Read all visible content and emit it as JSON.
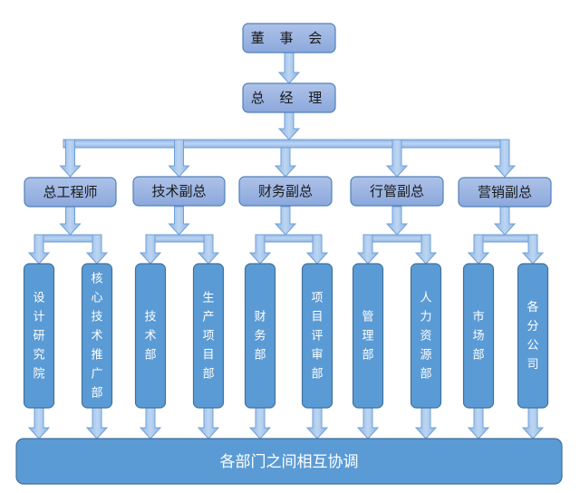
{
  "diagram": {
    "type": "org-chart",
    "colors": {
      "top_box_fill_top": "#a9bde6",
      "top_box_fill_bottom": "#8eaadb",
      "top_box_border": "#4f81bd",
      "dept_box_fill": "#5b9bd5",
      "dept_box_border": "#41719c",
      "arrow_fill": "#a5c4ea",
      "arrow_border": "#6f9fd8",
      "top_text": "#1a1a1a",
      "dept_text": "#ffffff"
    },
    "board": {
      "label": "董 事 会"
    },
    "general_manager": {
      "label": "总 经 理"
    },
    "executives": [
      {
        "label": "总工程师",
        "departments": [
          {
            "label": "设计研究院"
          },
          {
            "label": "核心技术推广部"
          }
        ]
      },
      {
        "label": "技术副总",
        "departments": [
          {
            "label": "技术部"
          },
          {
            "label": "生产项目部"
          }
        ]
      },
      {
        "label": "财务副总",
        "departments": [
          {
            "label": "财务部"
          },
          {
            "label": "项目评审部"
          }
        ]
      },
      {
        "label": "行管副总",
        "departments": [
          {
            "label": "管理部"
          },
          {
            "label": "人力资源部"
          }
        ]
      },
      {
        "label": "营销副总",
        "departments": [
          {
            "label": "市场部"
          },
          {
            "label": "各分公司"
          }
        ]
      }
    ],
    "coordination": {
      "label": "各部门之间相互协调"
    }
  }
}
